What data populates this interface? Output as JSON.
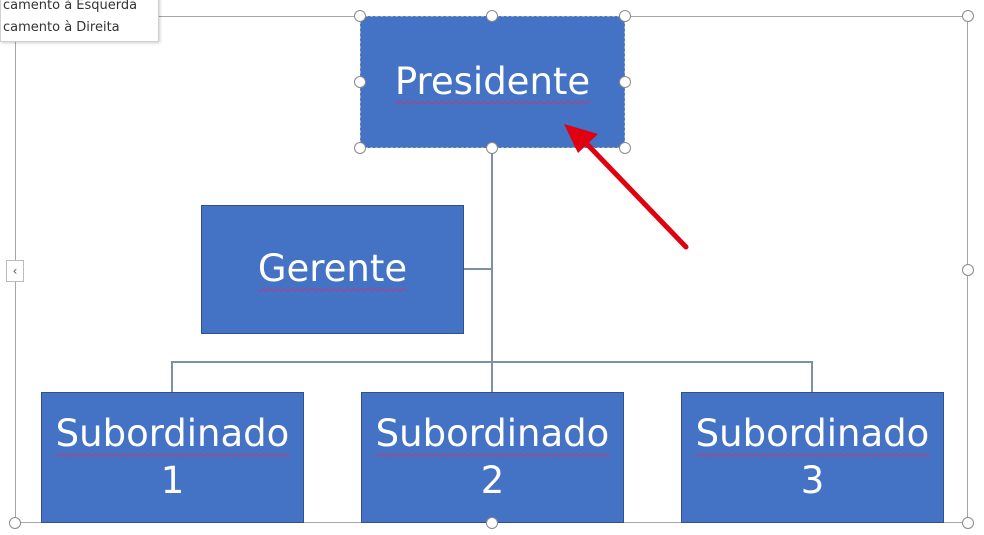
{
  "menu": {
    "items": [
      {
        "label": "camento à Esquerda"
      },
      {
        "label": "camento à Direita"
      }
    ]
  },
  "chart": {
    "president": "Presidente",
    "manager": "Gerente",
    "subordinates": [
      {
        "label": "Subordinado",
        "num": "1"
      },
      {
        "label": "Subordinado",
        "num": "2"
      },
      {
        "label": "Subordinado",
        "num": "3"
      }
    ]
  },
  "colors": {
    "box": "#4472C4",
    "arrow": "#E0000F"
  },
  "icons": {
    "collapse": "chevron-left-icon",
    "annotation": "red-arrow-icon"
  }
}
